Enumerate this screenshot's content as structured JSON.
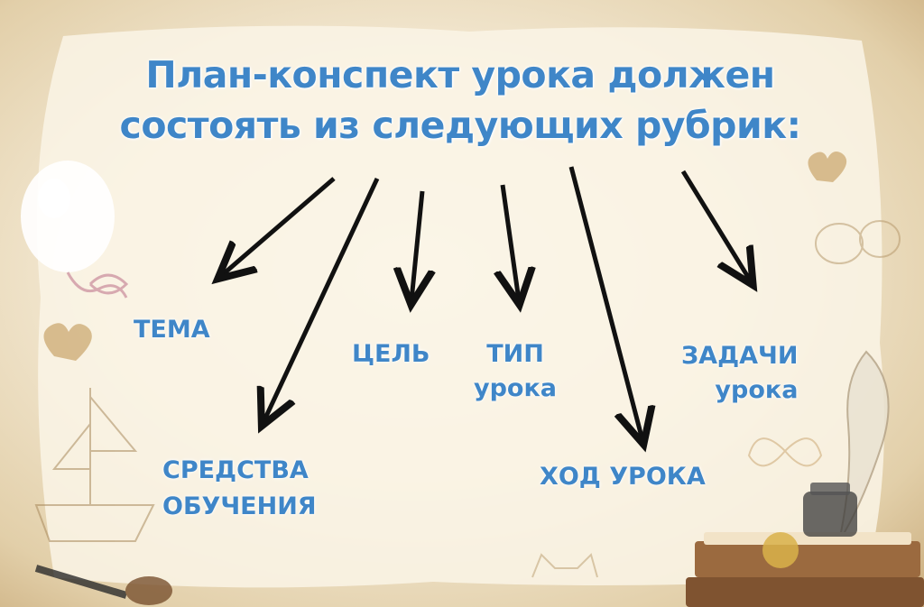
{
  "title": {
    "line1": "План-конспект урока должен",
    "line2": "состоять из следующих рубрик:"
  },
  "items": [
    {
      "id": "tema",
      "line1": "ТЕМА",
      "line2": ""
    },
    {
      "id": "sredstva",
      "line1": "СРЕДСТВА",
      "line2": "ОБУЧЕНИЯ"
    },
    {
      "id": "cel",
      "line1": "ЦЕЛЬ",
      "line2": ""
    },
    {
      "id": "tip",
      "line1": "ТИП",
      "line2": "урока"
    },
    {
      "id": "hod",
      "line1": "ХОД УРОКА",
      "line2": ""
    },
    {
      "id": "zadachi",
      "line1": "ЗАДАЧИ",
      "line2": "урока"
    }
  ],
  "colors": {
    "text": "#3f86c8",
    "arrow": "#111111",
    "parchment": "#f7f0e0"
  }
}
